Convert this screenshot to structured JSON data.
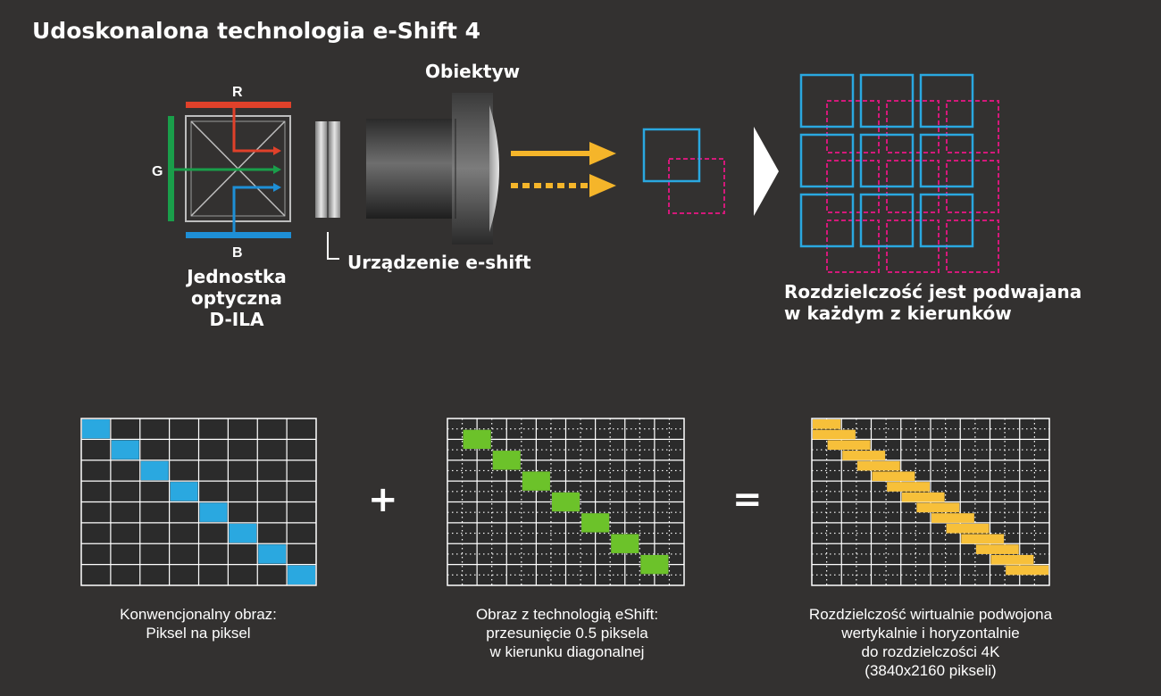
{
  "title": "Udoskonalona technologia e-Shift 4",
  "top_diagram": {
    "lens_label": "Obiektyw",
    "eshift_label": "Urządzenie e-shift",
    "optical_unit_lines": [
      "Jednostka",
      "optyczna",
      "D-ILA"
    ],
    "prism_letters": {
      "r": "R",
      "g": "G",
      "b": "B"
    },
    "resolution_lines": [
      "Rozdzielczość jest podwajana",
      "w każdym z kierunków"
    ]
  },
  "bottom_panels": {
    "operator_plus": "+",
    "operator_equals": "=",
    "conventional_lines": [
      "Konwencjonalny obraz:",
      "Piksel na piksel"
    ],
    "eshift_lines": [
      "Obraz z technologią eShift:",
      "przesunięcie 0.5 piksela",
      "w kierunku diagonalnej"
    ],
    "virtual_lines": [
      "Rozdzielczość wirtualnie podwojona",
      "wertykalnie i horyzontalnie",
      "do rozdzielczości 4K",
      "(3840x2160 pikseli)"
    ]
  },
  "colors": {
    "background": "#333130",
    "red": "#e0412a",
    "green": "#1a9e4a",
    "blue": "#1e8fd6",
    "cyan": "#2aa8e0",
    "magenta": "#d4197a",
    "yellow": "#f5b52a",
    "green_pixel": "#6cc22a",
    "yellow_pixel": "#f7c03a",
    "grid": "#ffffff"
  },
  "icons": [
    "prism-icon",
    "eshift-plate-icon",
    "lens-icon",
    "arrow-right-icon",
    "chevron-right-icon"
  ]
}
